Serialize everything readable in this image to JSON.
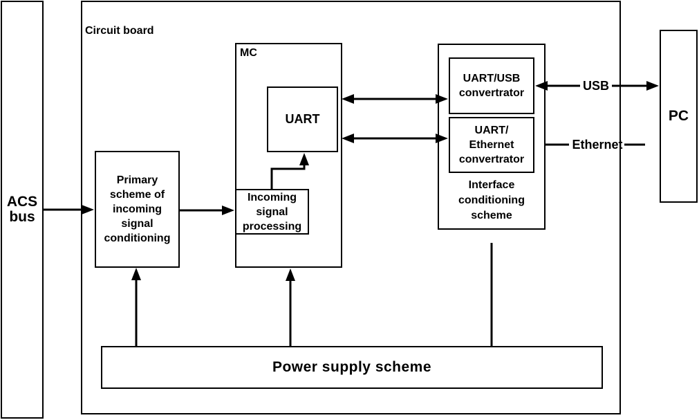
{
  "nodes": {
    "acs_bus": {
      "label": "ACS\nbus"
    },
    "circuit_board": {
      "label": "Circuit board"
    },
    "mc": {
      "label": "MC"
    },
    "uart": {
      "label": "UART"
    },
    "incoming_signal_processing": {
      "label": "Incoming\nsignal\nprocessing"
    },
    "primary_scheme": {
      "label": "Primary\nscheme of\nincoming\nsignal\nconditioning"
    },
    "interface_scheme": {
      "label": "Interface\nconditioning\nscheme"
    },
    "uart_usb_convertrator": {
      "label": "UART/USB\nconvertrator"
    },
    "uart_ethernet_convertrator": {
      "label": "UART/\nEthernet\nconvertrator"
    },
    "power_supply": {
      "label": "Power supply scheme"
    },
    "pc": {
      "label": "PC"
    }
  },
  "connection_labels": {
    "usb": "USB",
    "ethernet": "Ethernet"
  },
  "connections": [
    {
      "from": "acs_bus",
      "to": "primary_scheme",
      "type": "arrow"
    },
    {
      "from": "primary_scheme",
      "to": "incoming_signal_processing",
      "type": "arrow"
    },
    {
      "from": "incoming_signal_processing",
      "to": "uart",
      "type": "arrow"
    },
    {
      "from": "uart",
      "to": "uart_usb_convertrator",
      "type": "bidirectional-arrow"
    },
    {
      "from": "uart",
      "to": "uart_ethernet_convertrator",
      "type": "bidirectional-arrow"
    },
    {
      "from": "uart_usb_convertrator",
      "to": "pc",
      "type": "bidirectional-arrow",
      "label": "USB"
    },
    {
      "from": "interface_scheme",
      "to": "pc",
      "type": "line",
      "label": "Ethernet"
    },
    {
      "from": "power_supply",
      "to": "primary_scheme",
      "type": "arrow"
    },
    {
      "from": "power_supply",
      "to": "mc",
      "type": "arrow"
    },
    {
      "from": "interface_scheme",
      "to": "power_supply",
      "type": "line"
    }
  ],
  "colors": {
    "line": "#000000",
    "background": "#ffffff",
    "text": "#000000"
  }
}
